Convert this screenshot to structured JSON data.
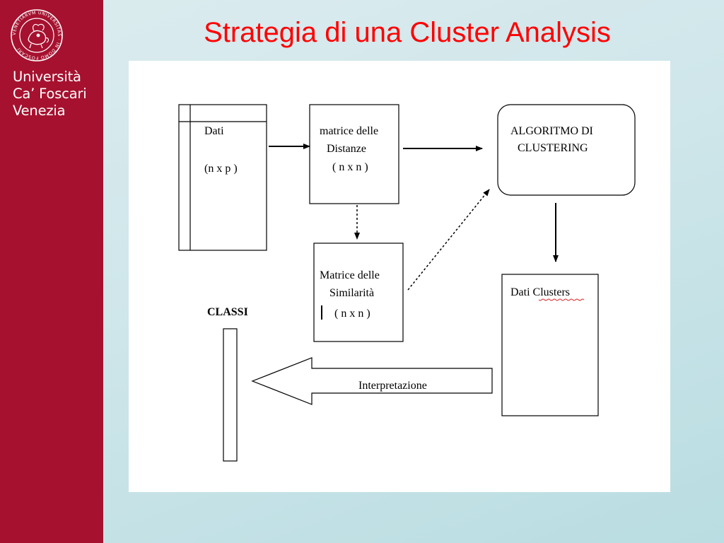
{
  "branding": {
    "university_line1": "Università",
    "university_line2": "Ca’ Foscari",
    "university_line3": "Venezia",
    "seal_text": "VENETIARVM UNIVERSITAS · IN DOMO FOSCARI",
    "color": "#a6112f"
  },
  "slide": {
    "title": "Strategia di una Cluster Analysis",
    "title_color": "#ff0000"
  },
  "diagram": {
    "dati": {
      "label": "Dati",
      "dims": "(n x p )"
    },
    "matrice_distanze": {
      "line1": "matrice delle",
      "line2": "Distanze",
      "dims": "( n x n )"
    },
    "algoritmo": {
      "line1": "ALGORITMO DI",
      "line2": "CLUSTERING"
    },
    "matrice_similarita": {
      "line1": "Matrice delle",
      "line2": "Similarità",
      "dims": "( n x n )"
    },
    "dati_clusters": {
      "label": "Dati Clusters"
    },
    "classi": {
      "label": "CLASSI"
    },
    "interpretazione": {
      "label": "Interpretazione"
    }
  }
}
